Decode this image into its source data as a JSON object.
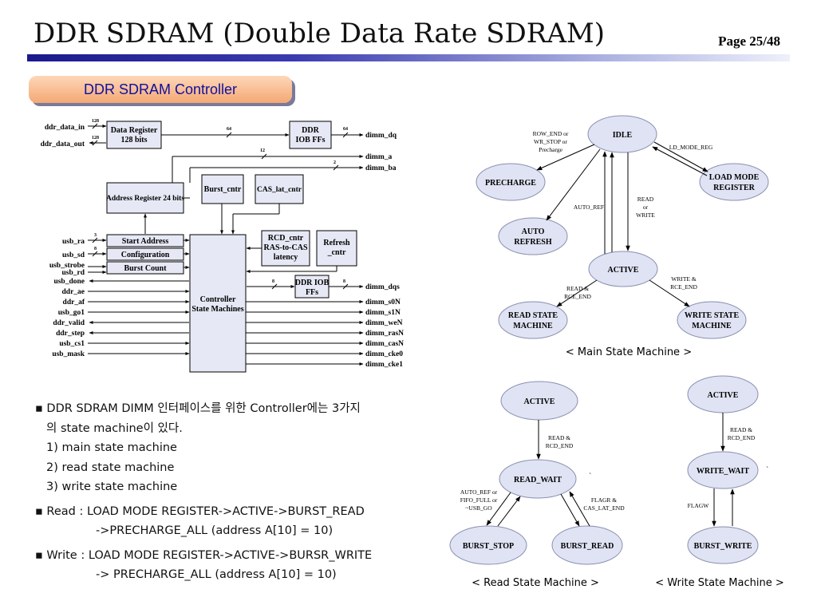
{
  "header": {
    "title": "DDR SDRAM (Double Data Rate SDRAM)",
    "page": "Page 25/48"
  },
  "badge": "DDR SDRAM Controller",
  "block": {
    "data_register": [
      "Data Register",
      "128 bits"
    ],
    "ddr_iob_ffs": [
      "DDR",
      "IOB FFs"
    ],
    "address_register": "Address Register 24 bits",
    "burst_cntr": "Burst_cntr",
    "cas_lat_cntr": "CAS_lat_cntr",
    "rcd_cntr": [
      "RCD_cntr",
      "RAS-to-CAS",
      "latency"
    ],
    "refresh_cntr": [
      "Refresh",
      "_cntr"
    ],
    "start_address": "Start Address",
    "configuration": "Configuration",
    "burst_count": "Burst Count",
    "controller": [
      "Controller",
      "State Machines"
    ],
    "ddr_iob_ffs2": [
      "DDR IOB",
      "FFs"
    ],
    "bus": {
      "b128a": "128",
      "b128b": "128",
      "b64a": "64",
      "b64b": "64",
      "b12": "12",
      "b2": "2",
      "b3": "3",
      "b8a": "8",
      "b8b": "8",
      "b8c": "8"
    },
    "left_signals": {
      "ddr_data_in": "ddr_data_in",
      "ddr_data_out": "ddr_data_out",
      "usb_ra": "usb_ra",
      "usb_sd": "usb_sd",
      "usb_strobe": "usb_strobe",
      "usb_rd": "usb_rd",
      "usb_done": "usb_done",
      "ddr_ae": "ddr_ae",
      "ddr_af": "ddr_af",
      "usb_go1": "usb_go1",
      "ddr_valid": "ddr_valid",
      "ddr_step": "ddr_step",
      "usb_cs1": "usb_cs1",
      "usb_mask": "usb_mask"
    },
    "right_signals": {
      "dimm_dq": "dimm_dq",
      "dimm_a": "dimm_a",
      "dimm_ba": "dimm_ba",
      "dimm_dqs": "dimm_dqs",
      "dimm_s0N": "dimm_s0N",
      "dimm_s1N": "dimm_s1N",
      "dimm_weN": "dimm_weN",
      "dimm_rasN": "dimm_rasN",
      "dimm_casN": "dimm_casN",
      "dimm_cke0": "dimm_cke0",
      "dimm_cke1": "dimm_cke1"
    }
  },
  "main_sm": {
    "idle": "IDLE",
    "precharge": "PRECHARGE",
    "load_mode": [
      "LOAD MODE",
      "REGISTER"
    ],
    "auto_refresh": [
      "AUTO",
      "REFRESH"
    ],
    "active": "ACTIVE",
    "read_state": [
      "READ STATE",
      "MACHINE"
    ],
    "write_state": [
      "WRITE STATE",
      "MACHINE"
    ],
    "lbl_row_end": [
      "ROW_END or",
      "WR_STOP or",
      "Precharge"
    ],
    "lbl_ld_mode": "LD_MODE_REG",
    "lbl_auto_ref": "AUTO_REF",
    "lbl_read_or_write": [
      "READ",
      "or",
      "WRITE"
    ],
    "lbl_read_rce": [
      "READ &",
      "RCE_END"
    ],
    "lbl_write_rce": [
      "WRITE &",
      "RCE_END"
    ],
    "caption": "< Main State Machine >"
  },
  "read_sm": {
    "active": "ACTIVE",
    "read_wait": "READ_WAIT",
    "burst_stop": "BURST_STOP",
    "burst_read": "BURST_READ",
    "lbl_read_rcd": [
      "READ &",
      "RCD_END"
    ],
    "lbl_auto_ref": [
      "AUTO_REF or",
      "FIFO_FULL or",
      "~USB_GO"
    ],
    "lbl_flagr": [
      "FLAGR &",
      "CAS_LAT_END"
    ],
    "mark": "`",
    "caption": "< Read State Machine >"
  },
  "write_sm": {
    "active": "ACTIVE",
    "write_wait": "WRITE_WAIT",
    "burst_write": "BURST_WRITE",
    "lbl_read_rcd": [
      "READ &",
      "RCD_END"
    ],
    "lbl_flagw": "FLAGW",
    "mark": "`",
    "caption": "< Write State Machine >"
  },
  "bullets": {
    "b1_line1": "▪ DDR SDRAM DIMM 인터페이스를 위한 Controller에는 3가지",
    "b1_line2": "의 state machine이 있다.",
    "b1_item1": "1) main state machine",
    "b1_item2": "2) read state machine",
    "b1_item3": "3) write state machine",
    "b2_line1": "▪ Read : LOAD MODE REGISTER->ACTIVE->BURST_READ",
    "b2_line2": "->PRECHARGE_ALL (address A[10] = 10)",
    "b3_line1": "▪ Write : LOAD MODE REGISTER->ACTIVE->BURSR_WRITE",
    "b3_line2": "-> PRECHARGE_ALL (address A[10] = 10)"
  }
}
